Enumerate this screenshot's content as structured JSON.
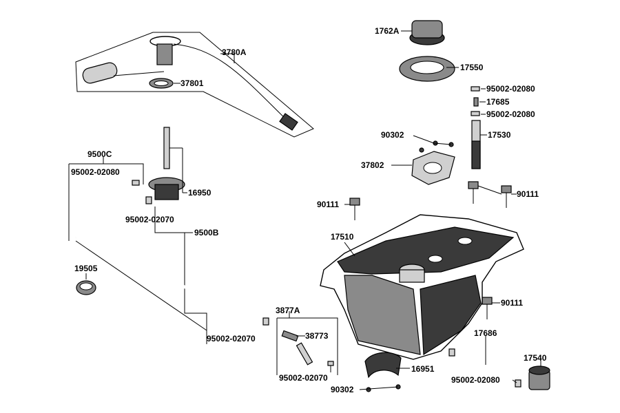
{
  "labels": {
    "l3780A": "3780A",
    "l37801": "37801",
    "l1762A": "1762A",
    "l17550": "17550",
    "l95002_02080_a": "95002-02080",
    "l17685": "17685",
    "l95002_02080_b": "95002-02080",
    "l90302_top": "90302",
    "l17530": "17530",
    "l37802": "37802",
    "l90111_a": "90111",
    "l90111_b": "90111",
    "l9500C": "9500C",
    "l95002_02080_c": "95002-02080",
    "l16950": "16950",
    "l95002_02070_a": "95002-02070",
    "l9500B": "9500B",
    "l17510": "17510",
    "l19505": "19505",
    "l90111_c": "90111",
    "l3877A": "3877A",
    "l38773": "38773",
    "l95002_02070_b": "95002-02070",
    "l95002_02070_c": "95002-02070",
    "l17686": "17686",
    "l17540": "17540",
    "l16951": "16951",
    "l95002_02080_d": "95002-02080",
    "l90302_bottom": "90302"
  }
}
